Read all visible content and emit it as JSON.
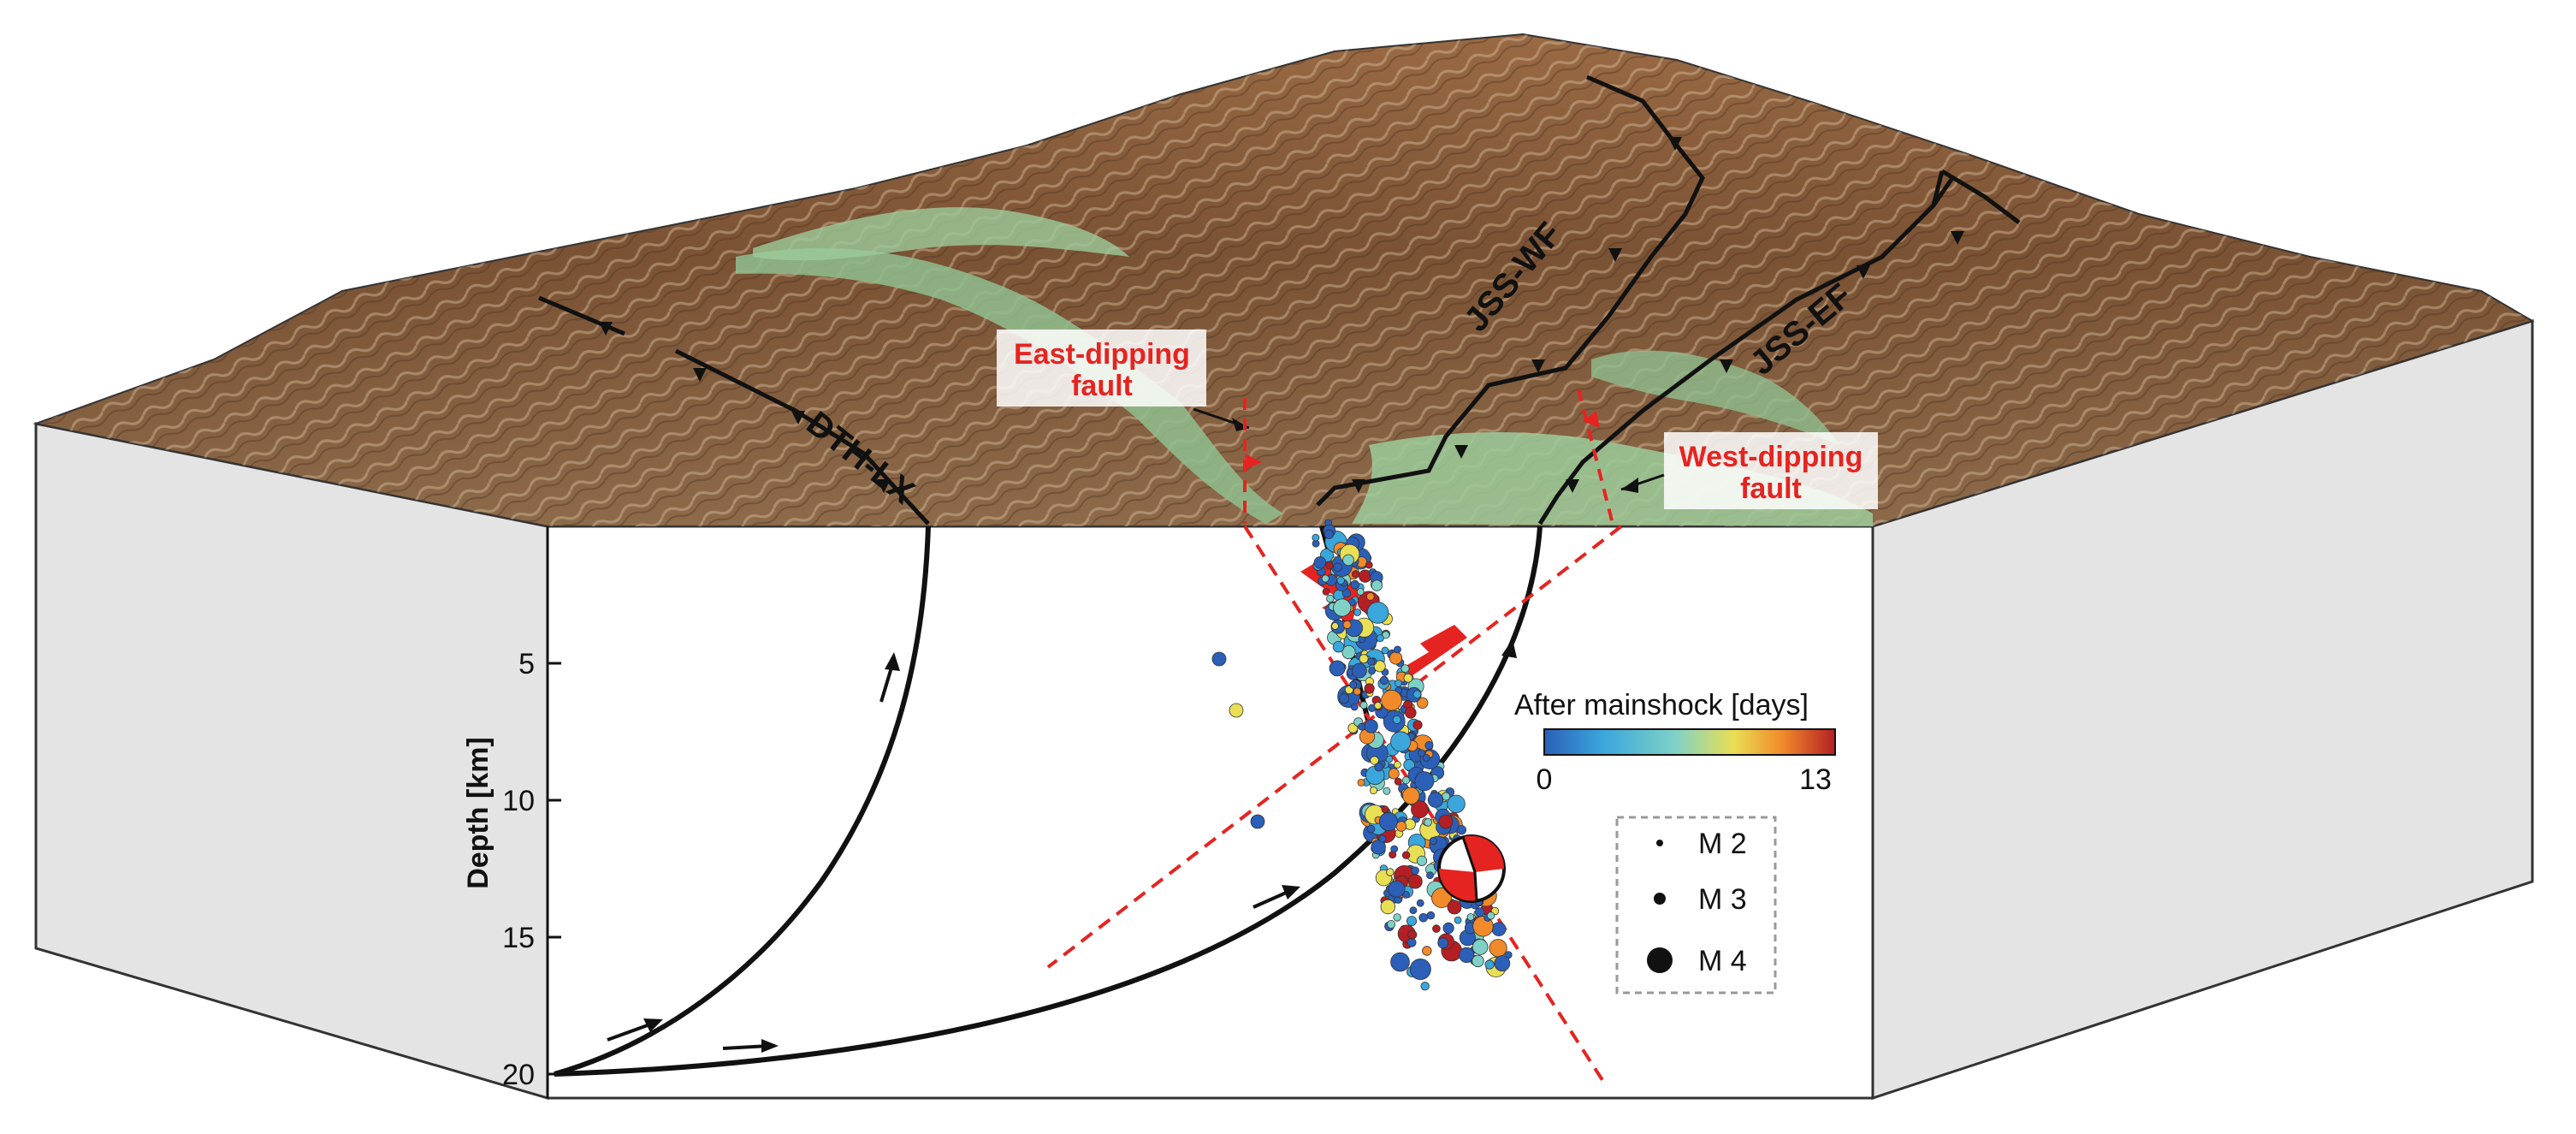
{
  "fault_labels": {
    "dth_lx": "DTH-LX",
    "jss_wf": "JSS-WF",
    "jss_ef": "JSS-EF"
  },
  "callouts": {
    "east_dipping": [
      "East-dipping",
      "fault"
    ],
    "west_dipping": [
      "West-dipping",
      "fault"
    ]
  },
  "depth_axis": {
    "label": "Depth [km]",
    "ticks": [
      5,
      10,
      15,
      20
    ]
  },
  "colorbar": {
    "title": "After mainshock [days]",
    "min_label": "0",
    "max_label": "13",
    "stops": [
      "#2b5fb8",
      "#3aa6dc",
      "#7fd1c7",
      "#e9df54",
      "#f08a2a",
      "#b41f24"
    ]
  },
  "magnitude_legend": [
    {
      "label": "M 2",
      "mag": 2
    },
    {
      "label": "M 3",
      "mag": 3
    },
    {
      "label": "M 4",
      "mag": 4
    }
  ],
  "colors": {
    "terrain_brown": "#8a5a3a",
    "terrain_green": "#8fbe8e",
    "block_side": "#e4e4e4",
    "fault_red": "#e52421",
    "callout_text": "#e52421"
  }
}
